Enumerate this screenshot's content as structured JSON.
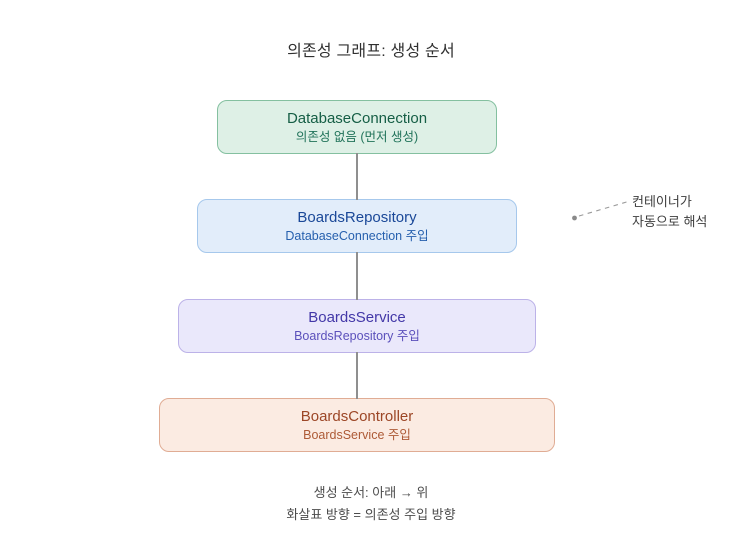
{
  "title": "의존성 그래프: 생성 순서",
  "nodes": [
    {
      "name": "DatabaseConnection",
      "subtitle": "의존성 없음 (먼저 생성)",
      "theme": "green"
    },
    {
      "name": "BoardsRepository",
      "subtitle": "DatabaseConnection 주입",
      "theme": "blue"
    },
    {
      "name": "BoardsService",
      "subtitle": "BoardsRepository 주입",
      "theme": "purple"
    },
    {
      "name": "BoardsController",
      "subtitle": "BoardsService 주입",
      "theme": "orange"
    }
  ],
  "annotation": {
    "lines": [
      "컨테이너가",
      "자동으로 해석"
    ]
  },
  "footer": {
    "line1": "생성 순서: 아래 → 위",
    "line2": "화살표 방향 = 의존성 주입 방향"
  },
  "colors": {
    "green_bg": "#def0e6",
    "green_border": "#84c0a0",
    "green_text": "#155e45",
    "blue_bg": "#e2edfa",
    "blue_border": "#a6c8ec",
    "blue_text": "#1a4898",
    "purple_bg": "#eae8fb",
    "purple_border": "#bcb2e8",
    "purple_text": "#4338a8",
    "orange_bg": "#fbebe2",
    "orange_border": "#e0ac94",
    "orange_text": "#9c4626",
    "connector": "#8f8f8f",
    "leader_line": "#9a9a9a"
  }
}
